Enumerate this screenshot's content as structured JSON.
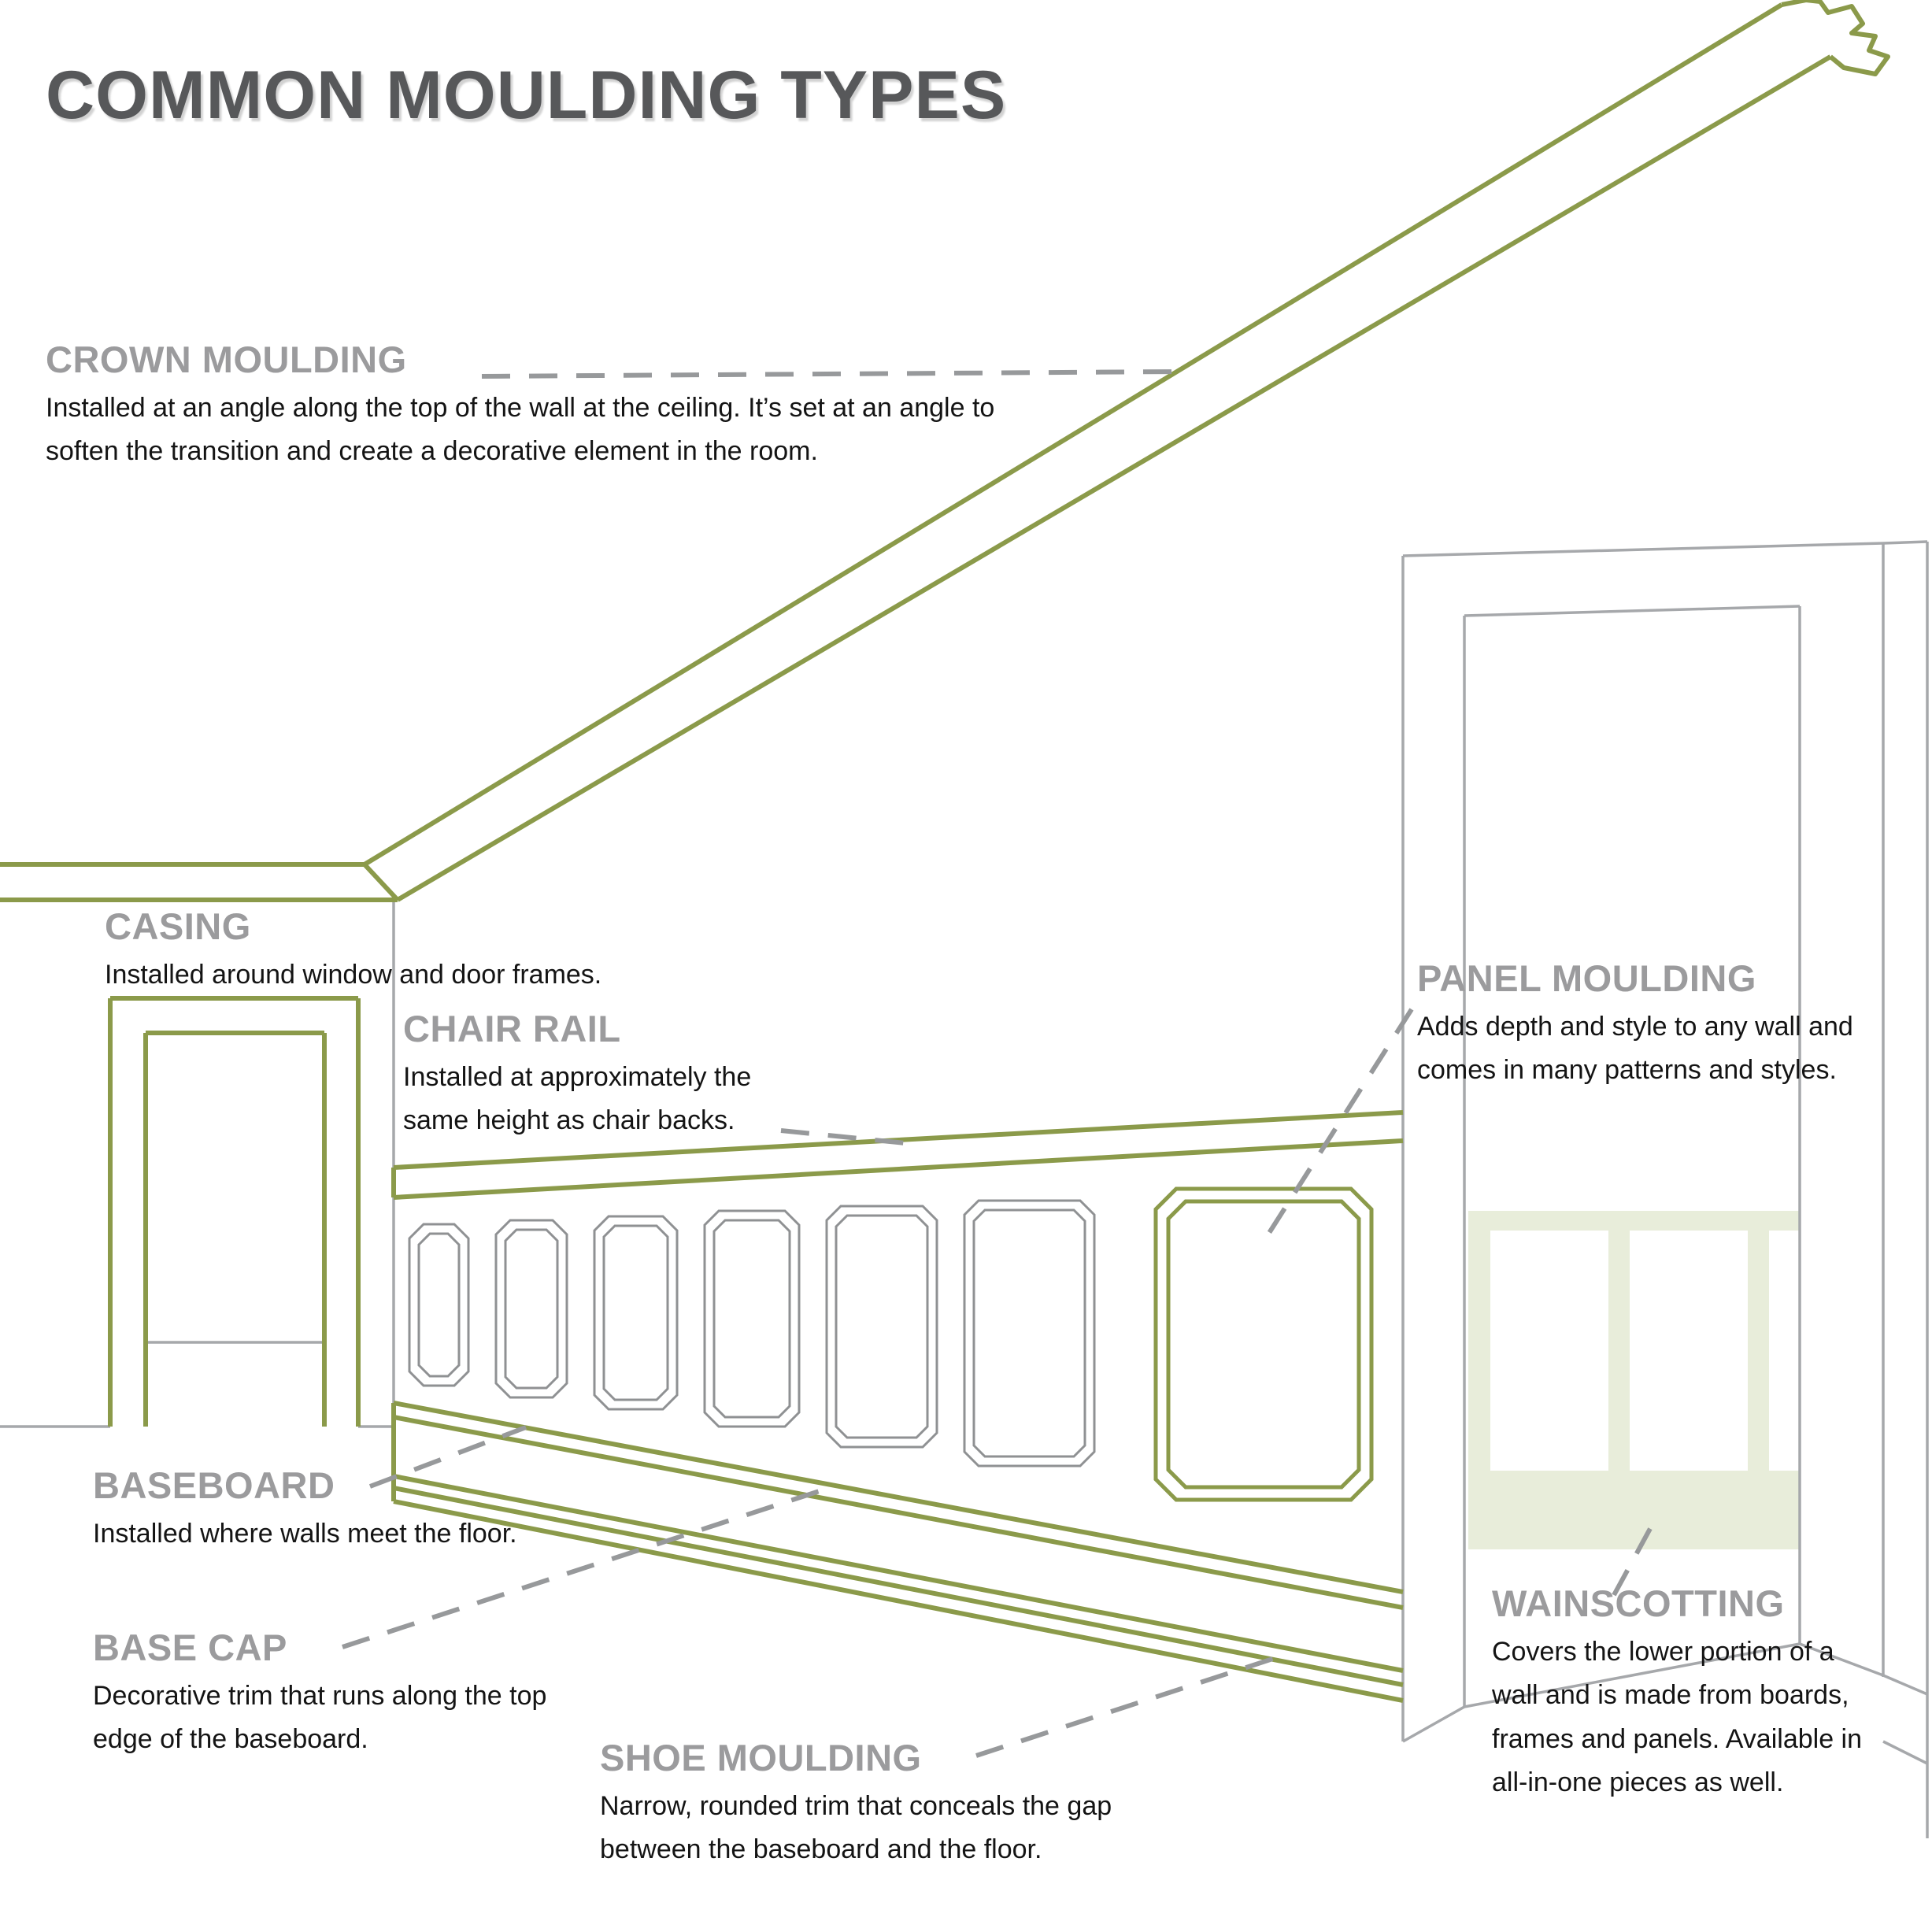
{
  "title": "COMMON MOULDING TYPES",
  "colors": {
    "moulding_green": "#8b9a4a",
    "wainscot_fill": "#e8edda",
    "heading_gray": "#9b9b9d",
    "room_line_gray": "#a6a8ab",
    "panel_line_gray": "#8f9193",
    "leader_gray": "#97999b",
    "title_gray": "#57585a",
    "body_text": "#141414"
  },
  "labels": {
    "crown": {
      "heading": "CROWN MOULDING",
      "body": "Installed at an angle along the top of the wall at the ceiling.  It’s set at an angle to soften the transition and create a decorative element in the room."
    },
    "casing": {
      "heading": "CASING",
      "body": "Installed around window and door frames."
    },
    "chair_rail": {
      "heading": "CHAIR RAIL",
      "body": "Installed at approximately the same height as chair backs."
    },
    "panel": {
      "heading": "PANEL MOULDING",
      "body": "Adds depth and style to any wall and comes in many patterns and styles."
    },
    "baseboard": {
      "heading": "BASEBOARD",
      "body": "Installed where walls meet the floor."
    },
    "base_cap": {
      "heading": "BASE CAP",
      "body": "Decorative trim that runs along the top edge of the baseboard."
    },
    "shoe": {
      "heading": "SHOE MOULDING",
      "body": "Narrow, rounded trim that conceals the gap between the baseboard and the floor."
    },
    "wainscotting": {
      "heading": "WAINSCOTTING",
      "body": "Covers the lower portion of a wall and is made from boards, frames and panels. Available in all-in-one pieces as well."
    }
  }
}
